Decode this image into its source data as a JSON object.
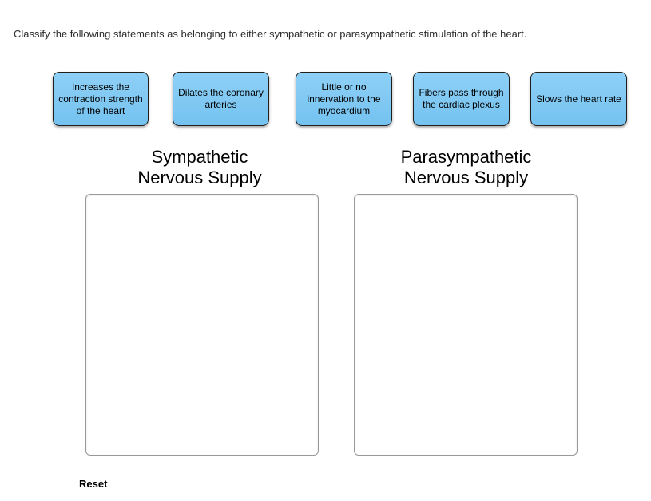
{
  "prompt": "Classify the following statements as belonging to either sympathetic or parasympathetic stimulation of the heart.",
  "cards": [
    {
      "label": "Increases the contraction strength of the heart"
    },
    {
      "label": "Dilates the coronary arteries"
    },
    {
      "label": "Little or no innervation to the myocardium"
    },
    {
      "label": "Fibers pass through the cardiac plexus"
    },
    {
      "label": "Slows the heart rate"
    }
  ],
  "drop_zones": [
    {
      "title": "Sympathetic\nNervous Supply"
    },
    {
      "title": "Parasympathetic\nNervous Supply"
    }
  ],
  "reset_label": "Reset",
  "colors": {
    "card_fill_top": "#8ED0F6",
    "card_fill_bottom": "#74C2F0",
    "card_border": "#1F1F1F",
    "zone_border": "#999999",
    "text": "#000000"
  }
}
